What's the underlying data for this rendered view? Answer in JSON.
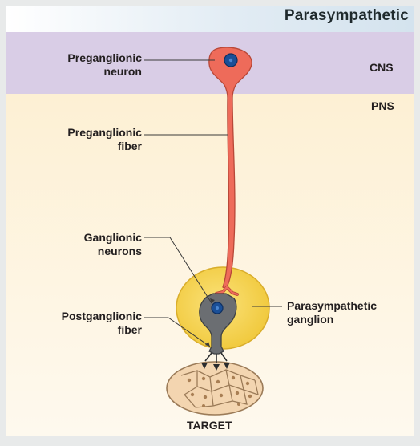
{
  "header": {
    "title": "Parasympathetic"
  },
  "zones": {
    "cns": "CNS",
    "pns": "PNS"
  },
  "labels": {
    "preganglionic_neuron": [
      "Preganglionic",
      "neuron"
    ],
    "preganglionic_fiber": [
      "Preganglionic",
      "fiber"
    ],
    "ganglionic_neurons": [
      "Ganglionic",
      "neurons"
    ],
    "postganglionic_fiber": [
      "Postganglionic",
      "fiber"
    ],
    "parasympathetic_ganglion": [
      "Parasympathetic",
      "ganglion"
    ],
    "target": "TARGET"
  },
  "colors": {
    "header_band": "#dde8f1",
    "cns_zone": "#d9cde6",
    "pns_zone": "#fdf3dd",
    "preganglionic": "#ee6b5a",
    "postganglionic": "#6b6e72",
    "nucleus": "#1a4f97",
    "ganglion": "#f7d54d",
    "target_tissue": "#f1d4b0"
  }
}
